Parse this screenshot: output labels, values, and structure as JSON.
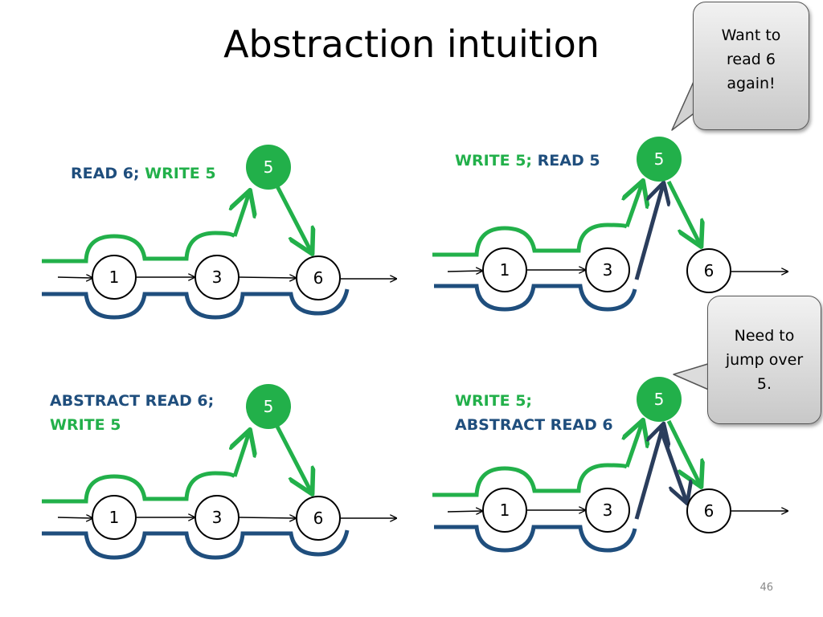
{
  "slide": {
    "title": "Abstraction intuition",
    "page_number": "46"
  },
  "panels": {
    "top_left": {
      "label_part1": "READ 6;",
      "label_part2": "WRITE 5"
    },
    "top_right": {
      "label_part1": "WRITE 5;",
      "label_part2": "READ 5"
    },
    "bottom_left": {
      "label_line1": "ABSTRACT READ 6;",
      "label_line2": "WRITE 5"
    },
    "bottom_right": {
      "label_line1": "WRITE 5;",
      "label_line2": "ABSTRACT READ 6"
    }
  },
  "nodes": {
    "n1": "1",
    "n3": "3",
    "n6": "6",
    "n5": "5"
  },
  "callouts": {
    "read_again": "Want to read 6 again!",
    "jump_over": "Need to jump over 5."
  },
  "colors": {
    "green": "#22b04a",
    "blue": "#1f4e7d",
    "dark_arrow": "#2a3d5c"
  }
}
